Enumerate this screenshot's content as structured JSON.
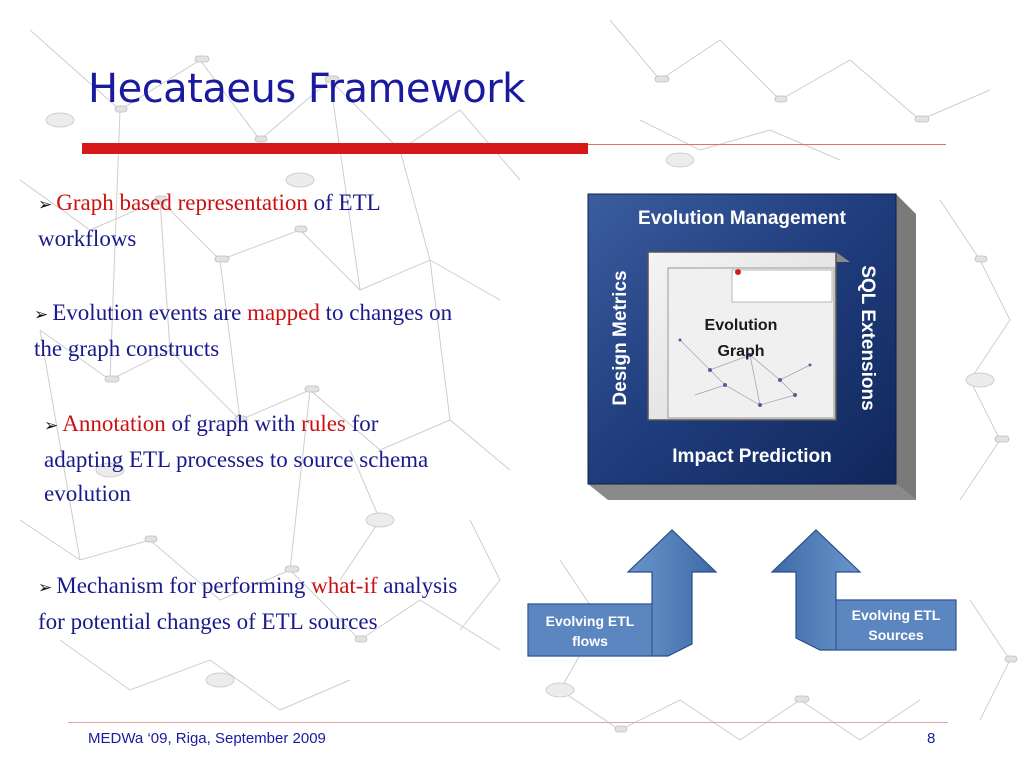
{
  "slide": {
    "title": "Hecataeus Framework",
    "bullets": [
      {
        "parts": [
          {
            "text": "Graph based representation",
            "highlight": true
          },
          {
            "text": " of ETL workflows",
            "highlight": false
          }
        ]
      },
      {
        "parts": [
          {
            "text": "Evolution events are ",
            "highlight": false
          },
          {
            "text": "mapped",
            "highlight": true
          },
          {
            "text": " to changes on the graph  constructs",
            "highlight": false
          }
        ]
      },
      {
        "parts": [
          {
            "text": "Annotation",
            "highlight": true
          },
          {
            "text": " of graph with ",
            "highlight": false
          },
          {
            "text": "rules",
            "highlight": true
          },
          {
            "text": " for adapting ETL processes to source schema evolution",
            "highlight": false
          }
        ]
      },
      {
        "parts": [
          {
            "text": "Mechanism for performing ",
            "highlight": false
          },
          {
            "text": "what-if",
            "highlight": true
          },
          {
            "text": " analysis for potential changes of ETL sources",
            "highlight": false
          }
        ]
      }
    ],
    "diagram": {
      "top": "Evolution Management",
      "left": "Design Metrics",
      "right": "SQL Extensions",
      "bottom": "Impact Prediction",
      "center_line1": "Evolution",
      "center_line2": "Graph",
      "arrow_left_line1": "Evolving ETL",
      "arrow_left_line2": "flows",
      "arrow_right_line1": "Evolving ETL",
      "arrow_right_line2": "Sources"
    },
    "footer": "MEDWa ‘09, Riga, September 2009",
    "page_number": "8",
    "colors": {
      "title": "#1a1aa0",
      "text": "#1a1a8c",
      "highlight": "#cc1010",
      "accent_bar": "#d81818",
      "frame": "#1e3a7a"
    }
  }
}
